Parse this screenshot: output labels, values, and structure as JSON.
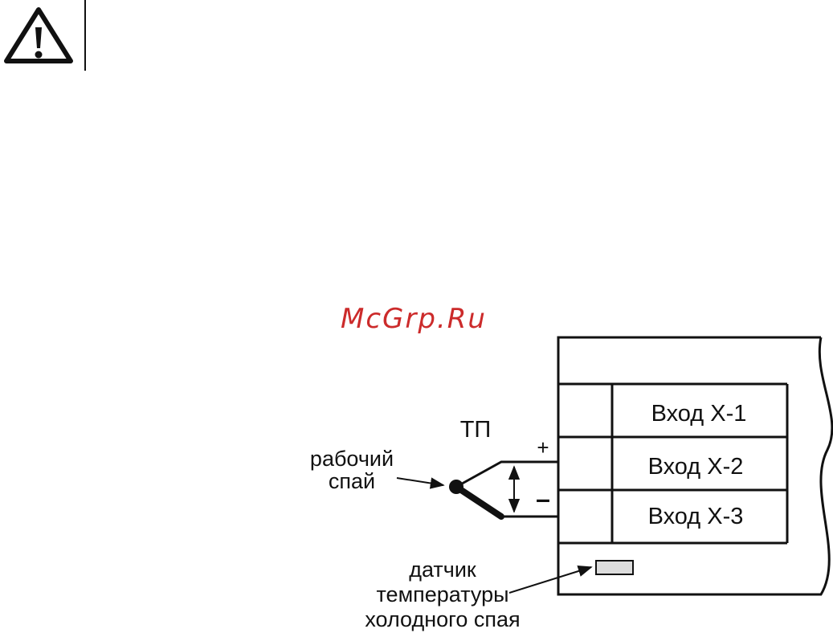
{
  "warning": {
    "icon": "warning-triangle-icon"
  },
  "watermark": {
    "text": "McGrp.Ru",
    "color": "#cc2b2b"
  },
  "thermocouple": {
    "title": "ТП",
    "junction_label_line1": "рабочий",
    "junction_label_line2": "спай",
    "plus_sign": "+",
    "minus_sign": "–"
  },
  "device": {
    "inputs": [
      "Вход Х-1",
      "Вход Х-2",
      "Вход Х-3"
    ]
  },
  "cold_junction_sensor": {
    "label_line1": "датчик",
    "label_line2": "температуры",
    "label_line3": "холодного спая"
  }
}
